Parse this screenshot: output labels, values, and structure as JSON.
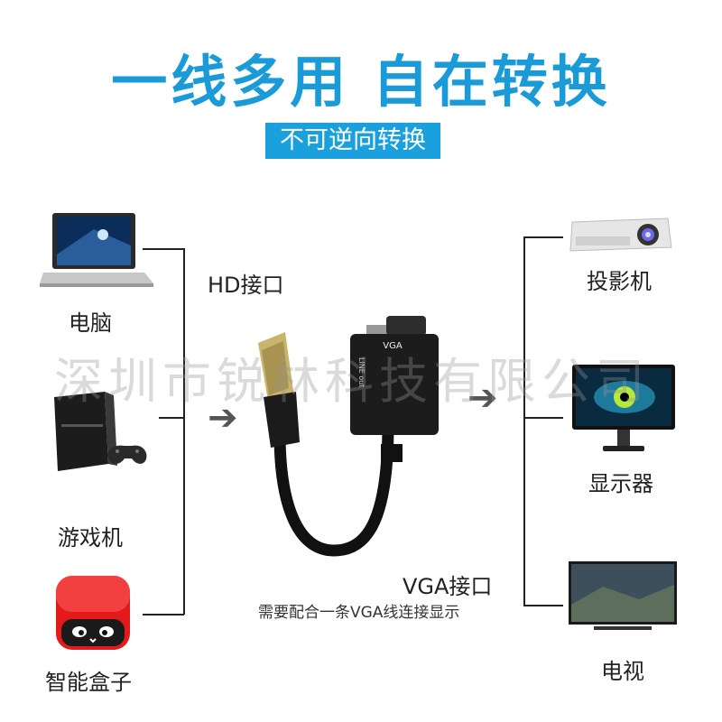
{
  "title": "一线多用 自在转换",
  "badge": "不可逆向转换",
  "left_devices": [
    {
      "label": "电脑",
      "icon": "laptop-icon"
    },
    {
      "label": "游戏机",
      "icon": "game-console-icon"
    },
    {
      "label": "智能盒子",
      "icon": "tv-box-icon"
    }
  ],
  "right_devices": [
    {
      "label": "投影机",
      "icon": "projector-icon"
    },
    {
      "label": "显示器",
      "icon": "monitor-icon"
    },
    {
      "label": "电视",
      "icon": "tv-icon"
    }
  ],
  "connector": {
    "hd_label": "HD接口",
    "vga_label": "VGA接口",
    "vga_note": "需要配合一条VGA线连接显示",
    "adapter_vga_text": "VGA",
    "adapter_line_out_text": "LINE out"
  },
  "watermark": "深圳市锐林科技有限公司",
  "colors": {
    "title": "#1a9ad6",
    "badge_bg": "#1aa0dc"
  }
}
